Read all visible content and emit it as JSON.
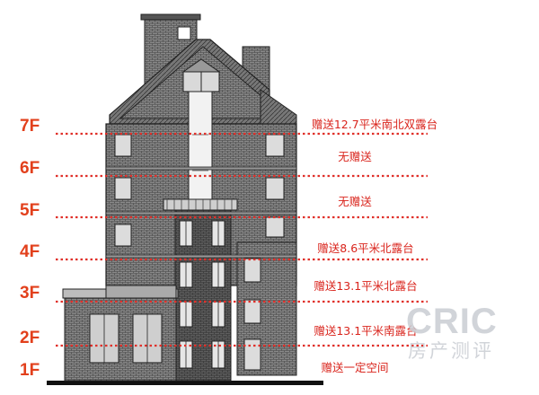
{
  "floors": [
    {
      "label": "7F",
      "note": "赠送12.7平米南北双露台"
    },
    {
      "label": "6F",
      "note": "无赠送"
    },
    {
      "label": "5F",
      "note": "无赠送"
    },
    {
      "label": "4F",
      "note": "赠送8.6平米北露台"
    },
    {
      "label": "3F",
      "note": "赠送13.1平米北露台"
    },
    {
      "label": "2F",
      "note": "赠送13.1平米南露台"
    },
    {
      "label": "1F",
      "note": "赠送一定空间"
    }
  ],
  "watermark": {
    "brand": "CRIC",
    "sub": "房产测评"
  },
  "colors": {
    "accent": "#e2401c",
    "note": "#d9231b",
    "line": "#e0302a",
    "brick": "#6b6b6b"
  }
}
